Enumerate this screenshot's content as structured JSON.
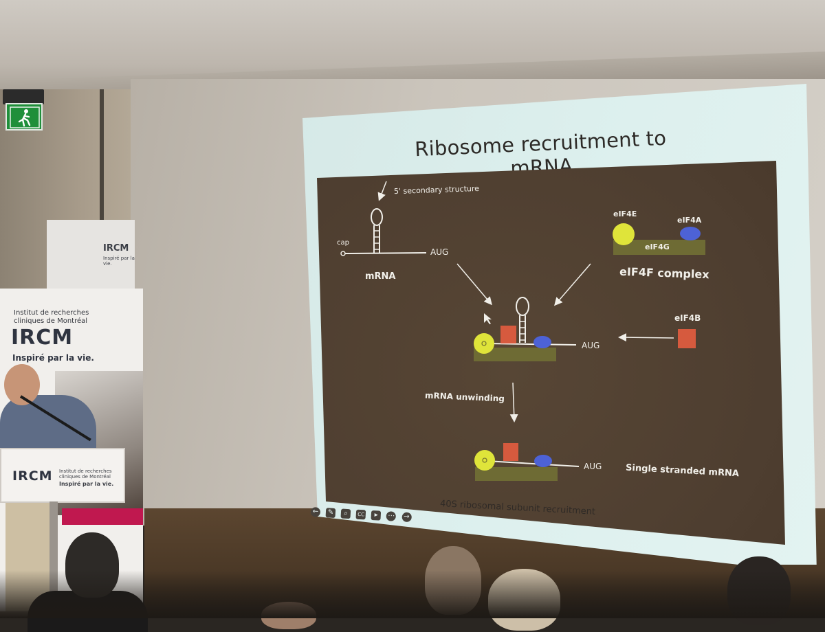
{
  "exit_sign": {
    "icon": "running-man-icon"
  },
  "banner": {
    "institute_line1": "Institut de recherches",
    "institute_line2": "cliniques de Montréal",
    "logo": "IRCM",
    "tagline": "Inspiré par la vie."
  },
  "podium": {
    "logo": "IRCM",
    "institute": "Institut de recherches cliniques de Montréal",
    "tagline": "Inspiré par la vie."
  },
  "slide": {
    "title": "Ribosome recruitment to mRNA",
    "footer_caption": "40S ribosomal subunit recruitment",
    "toolbar": [
      "arrow-left-icon",
      "pen-icon",
      "zoom-icon",
      "cc-icon",
      "video-icon",
      "more-icon",
      "arrow-right-icon"
    ]
  },
  "diagram": {
    "secondary_structure_label": "5' secondary structure",
    "cap_label": "cap",
    "aug_label": "AUG",
    "mrna_label": "mRNA",
    "eif4e_label": "eIF4E",
    "eif4a_label": "eIF4A",
    "eif4g_label": "eIF4G",
    "eif4f_label": "eIF4F complex",
    "eif4b_label": "eIF4B",
    "unwinding_label": "mRNA unwinding",
    "single_stranded_label": "Single stranded mRNA",
    "colors": {
      "eif4e": "#dfe43a",
      "eif4a": "#4d62d6",
      "eif4g": "#6e6b34",
      "eif4b": "#d65a3e",
      "line": "#f1efe9"
    }
  }
}
